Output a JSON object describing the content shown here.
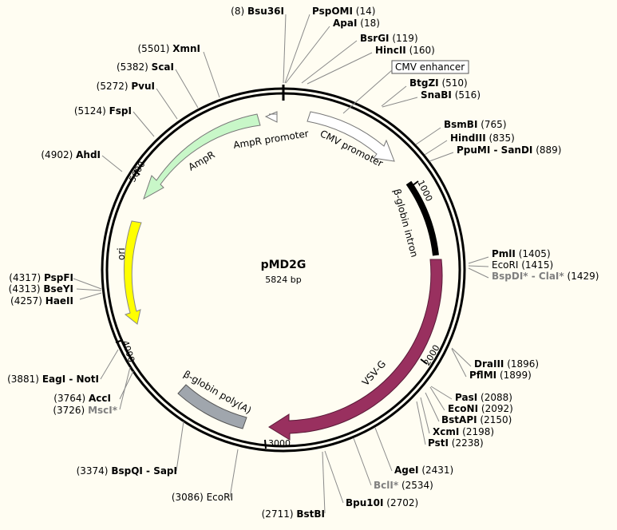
{
  "plasmid": {
    "name": "pMD2G",
    "size_text": "5824 bp",
    "length": 5824
  },
  "sites": [
    {
      "num": "(8)",
      "name": "Bsu36I",
      "pos": 8
    },
    {
      "num": "(14)",
      "name": "PspOMI",
      "pos": 14
    },
    {
      "num": "(18)",
      "name": "ApaI",
      "pos": 18
    },
    {
      "num": "(119)",
      "name": "BsrGI",
      "pos": 119
    },
    {
      "num": "(160)",
      "name": "HincII",
      "pos": 160
    },
    {
      "num": "(510)",
      "name": "BtgZI",
      "pos": 510
    },
    {
      "num": "(516)",
      "name": "SnaBI",
      "pos": 516
    },
    {
      "num": "(765)",
      "name": "BsmBI",
      "pos": 765
    },
    {
      "num": "(835)",
      "name": "HindIII",
      "pos": 835
    },
    {
      "num": "(889)",
      "name": "PpuMI - SanDI",
      "pos": 889
    },
    {
      "num": "(1405)",
      "name": "PmlI",
      "pos": 1405
    },
    {
      "num": "(1415)",
      "name": "EcoRI",
      "pos": 1415,
      "plain": true
    },
    {
      "num": "(1429)",
      "name": "BspDI* - ClaI*",
      "pos": 1429,
      "grey": true
    },
    {
      "num": "(1896)",
      "name": "DraIII",
      "pos": 1896
    },
    {
      "num": "(1899)",
      "name": "PflMI",
      "pos": 1899
    },
    {
      "num": "(2088)",
      "name": "PasI",
      "pos": 2088
    },
    {
      "num": "(2092)",
      "name": "EcoNI",
      "pos": 2092
    },
    {
      "num": "(2150)",
      "name": "BstAPI",
      "pos": 2150
    },
    {
      "num": "(2198)",
      "name": "XcmI",
      "pos": 2198
    },
    {
      "num": "(2238)",
      "name": "PstI",
      "pos": 2238
    },
    {
      "num": "(2431)",
      "name": "AgeI",
      "pos": 2431
    },
    {
      "num": "(2534)",
      "name": "BclI*",
      "pos": 2534,
      "grey": true
    },
    {
      "num": "(2702)",
      "name": "Bpu10I",
      "pos": 2702
    },
    {
      "num": "(2711)",
      "name": "BstBI",
      "pos": 2711
    },
    {
      "num": "(3086)",
      "name": "EcoRI",
      "pos": 3086,
      "plain": true
    },
    {
      "num": "(3374)",
      "name": "BspQI - SapI",
      "pos": 3374
    },
    {
      "num": "(3726)",
      "name": "MscI*",
      "pos": 3726,
      "grey": true
    },
    {
      "num": "(3764)",
      "name": "AccI",
      "pos": 3764
    },
    {
      "num": "(3881)",
      "name": "EagI - NotI",
      "pos": 3881
    },
    {
      "num": "(4257)",
      "name": "HaeII",
      "pos": 4257
    },
    {
      "num": "(4313)",
      "name": "BseYI",
      "pos": 4313
    },
    {
      "num": "(4317)",
      "name": "PspFI",
      "pos": 4317
    },
    {
      "num": "(4902)",
      "name": "AhdI",
      "pos": 4902
    },
    {
      "num": "(5124)",
      "name": "FspI",
      "pos": 5124
    },
    {
      "num": "(5272)",
      "name": "PvuI",
      "pos": 5272
    },
    {
      "num": "(5382)",
      "name": "ScaI",
      "pos": 5382
    },
    {
      "num": "(5501)",
      "name": "XmnI",
      "pos": 5501
    }
  ],
  "features": [
    {
      "label": "CMV enhancer",
      "boxed": true
    },
    {
      "label": "CMV promoter",
      "color": "#ffffff",
      "stroke": "#888888"
    },
    {
      "label": "β-globin intron",
      "color": "#000000"
    },
    {
      "label": "VSV-G",
      "color": "#99305f"
    },
    {
      "label": "β-globin poly(A)",
      "color": "#a0a6ad"
    },
    {
      "label": "ori",
      "color": "#ffff00"
    },
    {
      "label": "AmpR",
      "color": "#c8f7c8"
    },
    {
      "label": "AmpR promoter",
      "color": "#ffffff"
    }
  ],
  "ticks": [
    "1000",
    "2000",
    "3000",
    "4000",
    "5000"
  ]
}
